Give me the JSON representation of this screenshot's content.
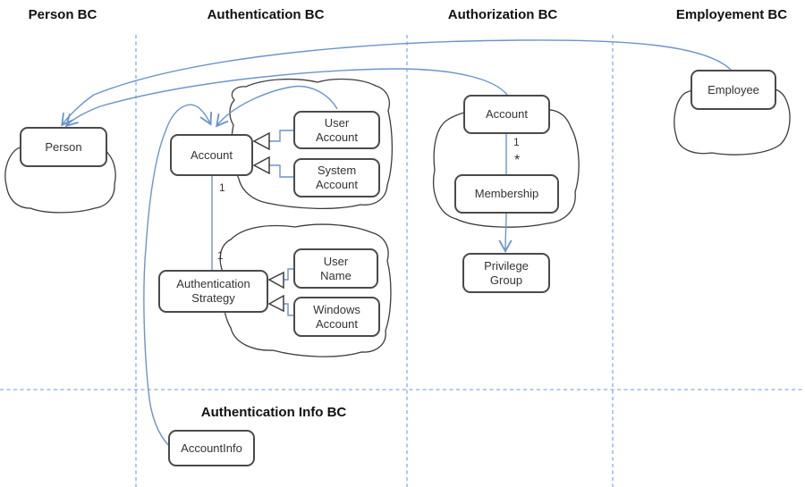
{
  "diagram": {
    "contexts": [
      {
        "id": "person-bc",
        "label": "Person BC"
      },
      {
        "id": "authentication-bc",
        "label": "Authentication BC"
      },
      {
        "id": "authorization-bc",
        "label": "Authorization BC"
      },
      {
        "id": "employement-bc",
        "label": "Employement BC"
      },
      {
        "id": "authentication-info-bc",
        "label": "Authentication Info BC"
      }
    ],
    "nodes": [
      {
        "id": "person",
        "label": "Person"
      },
      {
        "id": "account-authentication",
        "label": "Account"
      },
      {
        "id": "user-account",
        "label": "User Account"
      },
      {
        "id": "system-account",
        "label": "System Account"
      },
      {
        "id": "authentication-strategy",
        "label": "Authentication Strategy"
      },
      {
        "id": "user-name",
        "label": "User Name"
      },
      {
        "id": "windows-account",
        "label": "Windows Account"
      },
      {
        "id": "account-authorization",
        "label": "Account"
      },
      {
        "id": "membership",
        "label": "Membership"
      },
      {
        "id": "privilege-group",
        "label": "Privilege Group"
      },
      {
        "id": "employee",
        "label": "Employee"
      },
      {
        "id": "account-info",
        "label": "AccountInfo"
      }
    ],
    "multiplicities": {
      "account_strategy": {
        "source": "1",
        "target": "1"
      },
      "account_membership": {
        "source": "1",
        "target": "*"
      }
    },
    "colors": {
      "connector_blue": "#6b94cc",
      "boundary_dash_blue": "#9cbce2",
      "cloud_outline": "#3d3d3d",
      "node_border": "#4a4a4a",
      "text": "#333333"
    }
  }
}
